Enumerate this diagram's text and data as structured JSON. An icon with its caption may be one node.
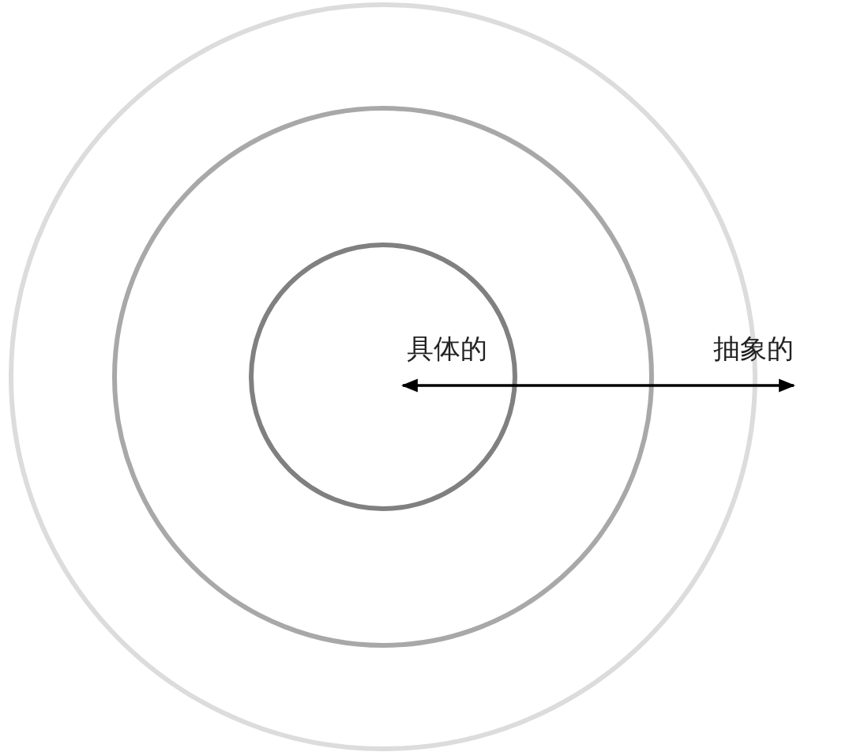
{
  "diagram": {
    "nodes": [
      {
        "text": [],
        "shape": "circle"
      },
      {
        "text": [],
        "shape": "circle",
        "in": 0
      },
      {
        "text": [],
        "shape": "circle",
        "in": 1
      }
    ],
    "labels": [
      "具体的",
      "抽象的"
    ]
  }
}
